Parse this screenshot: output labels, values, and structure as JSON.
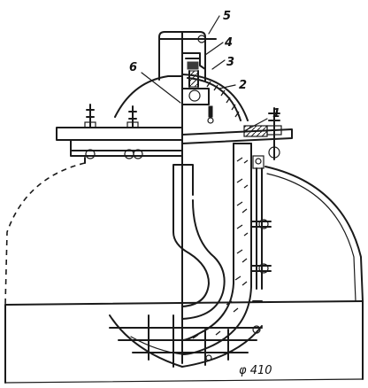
{
  "figure": {
    "callouts": [
      "1",
      "2",
      "3",
      "4",
      "5",
      "6"
    ],
    "dimension": "φ 410"
  }
}
